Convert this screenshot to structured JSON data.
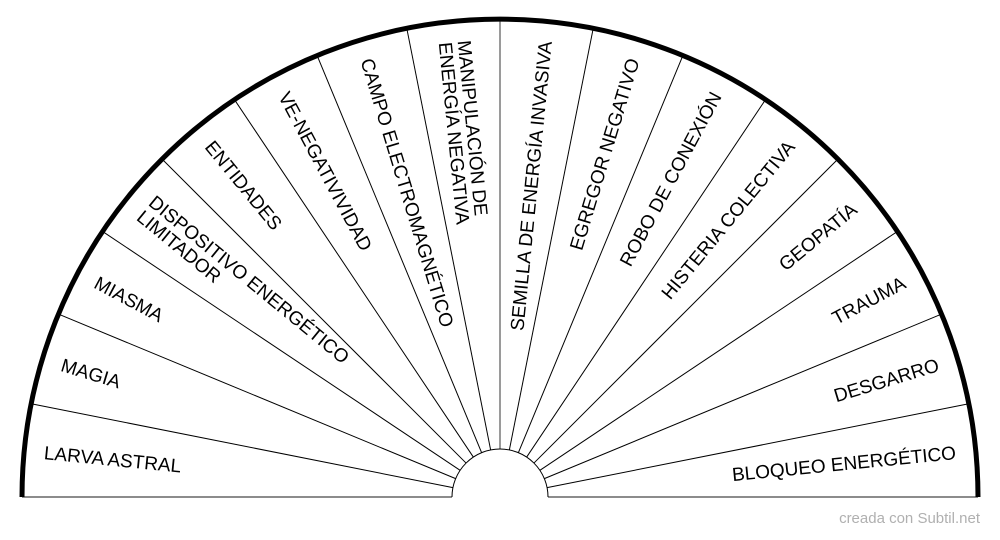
{
  "chart": {
    "sectors": [
      [
        "LARVA ASTRAL"
      ],
      [
        "MAGIA"
      ],
      [
        "MIASMA"
      ],
      [
        "DISPOSITIVO ENERGÉTICO",
        "LIMITADOR"
      ],
      [
        "ENTIDADES"
      ],
      [
        "VE-NEGATIVIVIDAD"
      ],
      [
        "CAMPO ELECTROMAGNÉTICO"
      ],
      [
        "MANIPULACIÓN DE",
        "ENERGÍA NEGATIVA"
      ],
      [
        "SEMILLA DE ENERGÍA INVASIVA"
      ],
      [
        "EGREGOR NEGATIVO"
      ],
      [
        "ROBO DE CONEXIÓN"
      ],
      [
        "HISTERIA COLECTIVA"
      ],
      [
        "GEOPATÍA"
      ],
      [
        "TRAUMA"
      ],
      [
        "DESGARRO"
      ],
      [
        "BLOQUEO ENERGÉTICO"
      ]
    ],
    "colors": {
      "ink": "#000000",
      "center_line": "#808080",
      "watermark": "#b0b0b0"
    }
  },
  "watermark": "creada con Subtil.net"
}
